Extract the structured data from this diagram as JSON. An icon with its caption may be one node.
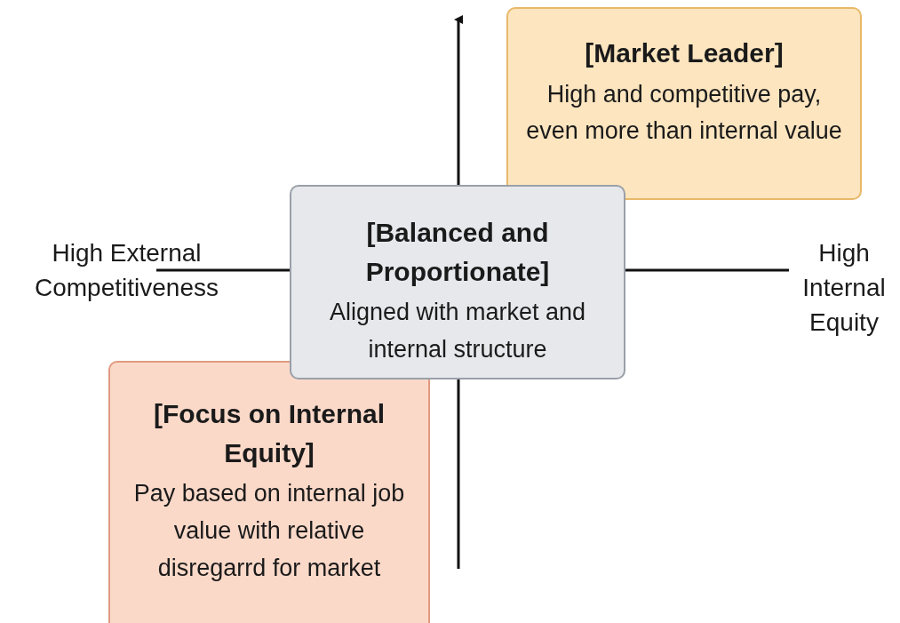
{
  "diagram": {
    "nodes": [
      {
        "text": [
          "[Market Leader]",
          "High and competitive pay, even more than internal value"
        ]
      },
      {
        "text": [
          "[Balanced and Proportionate]",
          "Aligned with market and internal structure"
        ]
      },
      {
        "text": [
          "[Focus on Internal Equity]",
          "Pay based on internal job value with relative disregarrd for market"
        ]
      }
    ],
    "edges": [],
    "labels": [
      "High External Competitiveness",
      "High Internal Equity"
    ]
  }
}
